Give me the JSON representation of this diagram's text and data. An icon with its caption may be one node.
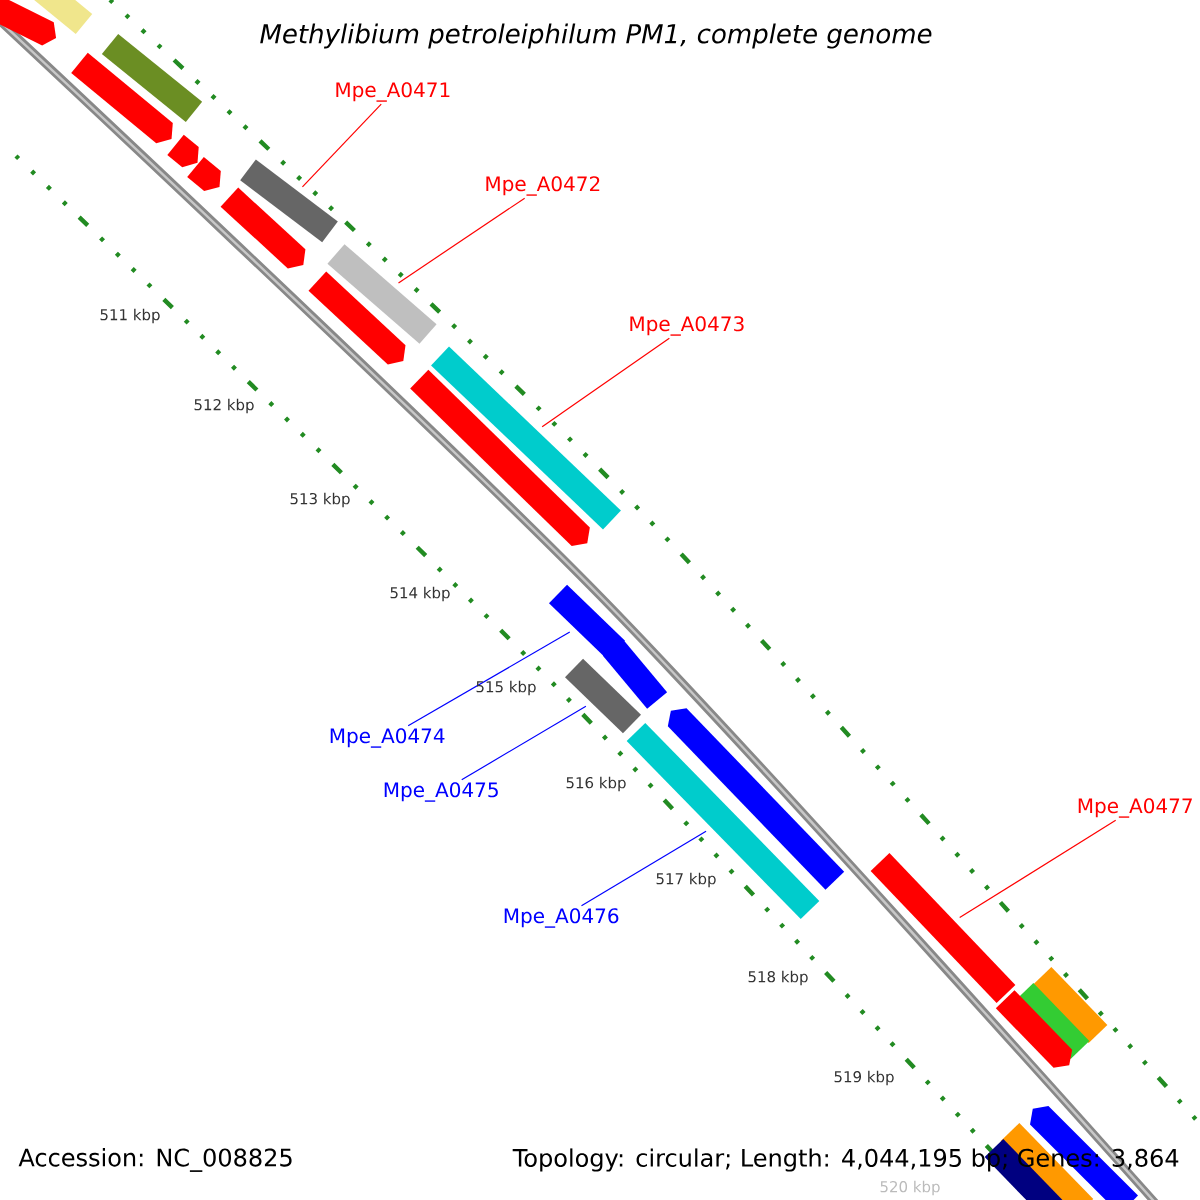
{
  "diagram": {
    "title": "Methylibium petroleiphilum PM1, complete genome",
    "nodes": [
      {
        "text": [
          "Mpe_A0471"
        ]
      },
      {
        "text": [],
        "shape": "bar"
      },
      {
        "text": [
          "Mpe_A0472"
        ]
      },
      {
        "text": [],
        "shape": "bar"
      },
      {
        "text": [
          "Mpe_A0473"
        ]
      },
      {
        "text": [],
        "shape": "bar"
      },
      {
        "text": [
          "Mpe_A0474"
        ]
      },
      {
        "text": [],
        "shape": "bar"
      },
      {
        "text": [
          "Mpe_A0475"
        ]
      },
      {
        "text": [],
        "shape": "bar"
      },
      {
        "text": [
          "Mpe_A0476"
        ]
      },
      {
        "text": [],
        "shape": "bar"
      },
      {
        "text": [
          "Mpe_A0477"
        ]
      },
      {
        "text": [],
        "shape": "bar"
      },
      {
        "text": [],
        "shape": "bar"
      },
      {
        "text": [],
        "shape": "arrow"
      },
      {
        "text": [],
        "shape": "bar"
      },
      {
        "text": [],
        "shape": "arrow"
      },
      {
        "text": [],
        "shape": "arrow"
      },
      {
        "text": [],
        "shape": "arrow"
      },
      {
        "text": [],
        "shape": "arrow"
      },
      {
        "text": [],
        "shape": "arrow"
      },
      {
        "text": [],
        "shape": "arrow"
      },
      {
        "text": [],
        "shape": "arrow"
      },
      {
        "text": [],
        "shape": "arrow"
      },
      {
        "text": [],
        "shape": "bar"
      },
      {
        "text": [],
        "shape": "bar"
      },
      {
        "text": [],
        "shape": "arrow"
      },
      {
        "text": [],
        "shape": "arrow"
      },
      {
        "text": [],
        "shape": "bar"
      },
      {
        "text": [],
        "shape": "bar"
      }
    ],
    "edges": [
      {
        "from": 0,
        "to": 1,
        "arrow": "none"
      },
      {
        "from": 2,
        "to": 3,
        "arrow": "none"
      },
      {
        "from": 4,
        "to": 5,
        "arrow": "none"
      },
      {
        "from": 6,
        "to": 7,
        "arrow": "none",
        "color": "#0000ff"
      },
      {
        "from": 8,
        "to": 9,
        "arrow": "none",
        "color": "#0000ff"
      },
      {
        "from": 10,
        "to": 11,
        "arrow": "none",
        "color": "#0000ff"
      },
      {
        "from": 12,
        "to": 13,
        "arrow": "none"
      }
    ],
    "labels": [
      "511 kbp",
      "512 kbp",
      "513 kbp",
      "514 kbp",
      "515 kbp",
      "516 kbp",
      "517 kbp",
      "518 kbp",
      "519 kbp",
      "520 kbp",
      "Accession: NC_008825",
      "Topology: circular; Length: 4,044,195 bp; Genes: 3,864"
    ]
  }
}
